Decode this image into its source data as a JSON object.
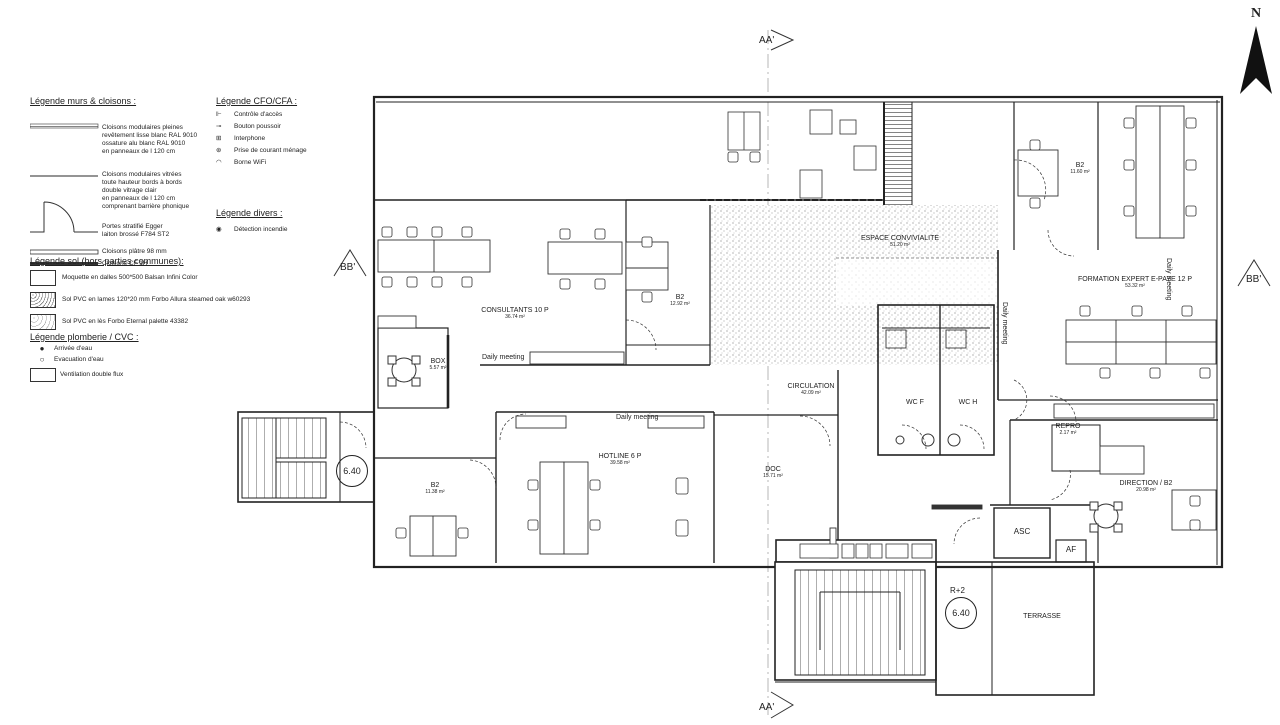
{
  "north": "N",
  "section_markers": {
    "top": "AA'",
    "bottom": "AA'",
    "left": "BB'",
    "right": "BB'"
  },
  "legend_walls": {
    "title": "Légende murs & cloisons :",
    "items": [
      "Cloisons modulaires pleines",
      "revêtement lisse blanc RAL 9010",
      "ossature alu blanc RAL 9010",
      "en panneaux de l 120 cm",
      "Cloisons modulaires vitrées",
      "toute hauteur bords à bords",
      "double vitrage clair",
      "en panneaux de l 120 cm",
      "comprenant barrière phonique",
      "Portes stratifié Egger",
      "laiton brossé F784 ST2",
      "Cloisons plâtre 98 mm",
      "Cloisons CF 1H"
    ]
  },
  "legend_floor": {
    "title": "Légende sol (hors parties communes):",
    "items": [
      "Moquette en dalles 500*500 Balsan Infini Color",
      "Sol PVC en lames 120*20 mm Forbo Allura steamed oak w60293",
      "Sol PVC en lès Forbo Eternal palette 43382"
    ]
  },
  "legend_plumbing": {
    "title": "Légende plomberie / CVC :",
    "items": [
      "Arrivée d'eau",
      "Evacuation d'eau",
      "Ventilation double flux"
    ]
  },
  "legend_cfo": {
    "title": "Légende CFO/CFA :",
    "items": [
      "Contrôle d'accès",
      "Bouton poussoir",
      "Interphone",
      "Prise de courant ménage",
      "Borne WiFi"
    ]
  },
  "legend_misc": {
    "title": "Légende divers :",
    "items": [
      "Détection incendie"
    ]
  },
  "rooms": [
    {
      "name": "B2",
      "area": "11.60 m²"
    },
    {
      "name": "ESPACE CONVIVIALITE",
      "area": "51.20 m²"
    },
    {
      "name": "FORMATION EXPERT E-PAYE 12 P",
      "area": "53.32 m²"
    },
    {
      "name": "CONSULTANTS 10 P",
      "area": "36.74 m²"
    },
    {
      "name": "B2",
      "area": "12.92 m²"
    },
    {
      "name": "BOX",
      "area": "5.57 m²"
    },
    {
      "name": "CIRCULATION",
      "area": "42.09 m²"
    },
    {
      "name": "WC F",
      "area": ""
    },
    {
      "name": "WC H",
      "area": ""
    },
    {
      "name": "REPRO",
      "area": "2.17 m²"
    },
    {
      "name": "HOTLINE 6 P",
      "area": "39.58 m²"
    },
    {
      "name": "DOC",
      "area": "15.71 m²"
    },
    {
      "name": "B2",
      "area": "11.38 m²"
    },
    {
      "name": "DIRECTION / B2",
      "area": "20.98 m²"
    },
    {
      "name": "ASC",
      "area": ""
    },
    {
      "name": "AF",
      "area": ""
    },
    {
      "name": "TERRASSE",
      "area": ""
    }
  ],
  "meeting_labels": [
    "Daily meeting",
    "Daily meeting",
    "Daily meeting",
    "Daily meeting"
  ],
  "level_tags": [
    "6.40",
    "6.40"
  ],
  "floor_label": "R+2"
}
